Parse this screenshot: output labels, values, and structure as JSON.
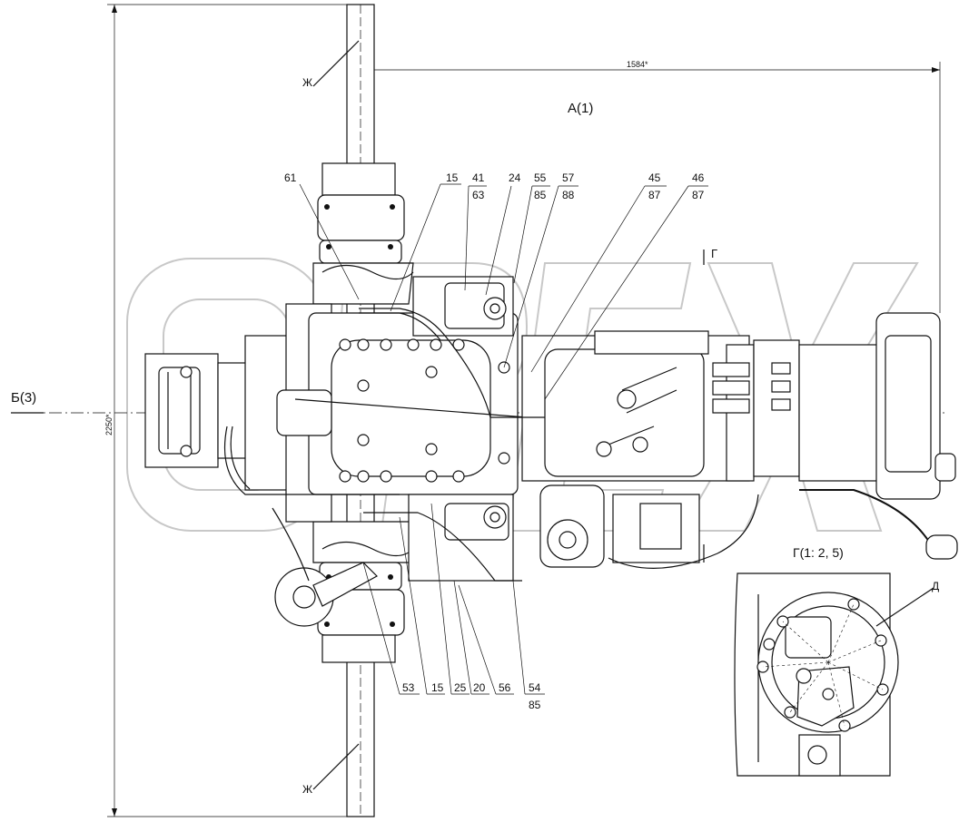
{
  "views": {
    "main": "А(1)",
    "side": "Б(3)",
    "section_mark": "Г",
    "detail": "Г(1: 2, 5)",
    "detail_callout": "Д",
    "cut_top": "Ж",
    "cut_bottom": "Ж"
  },
  "dimensions": {
    "width_dim": "1584*",
    "height_dim": "2250*"
  },
  "callouts_top": [
    {
      "label": "61"
    },
    {
      "label": "15"
    },
    {
      "label": "41",
      "sub": "63"
    },
    {
      "label": "24"
    },
    {
      "label": "55",
      "sub": "85"
    },
    {
      "label": "57",
      "sub": "88"
    },
    {
      "label": "45",
      "sub": "87"
    },
    {
      "label": "46",
      "sub": "87"
    }
  ],
  "callouts_bottom": [
    {
      "label": "53"
    },
    {
      "label": "15"
    },
    {
      "label": "25"
    },
    {
      "label": "20"
    },
    {
      "label": "56"
    },
    {
      "label": "54",
      "sub": "85"
    }
  ],
  "watermark": "OPEX"
}
